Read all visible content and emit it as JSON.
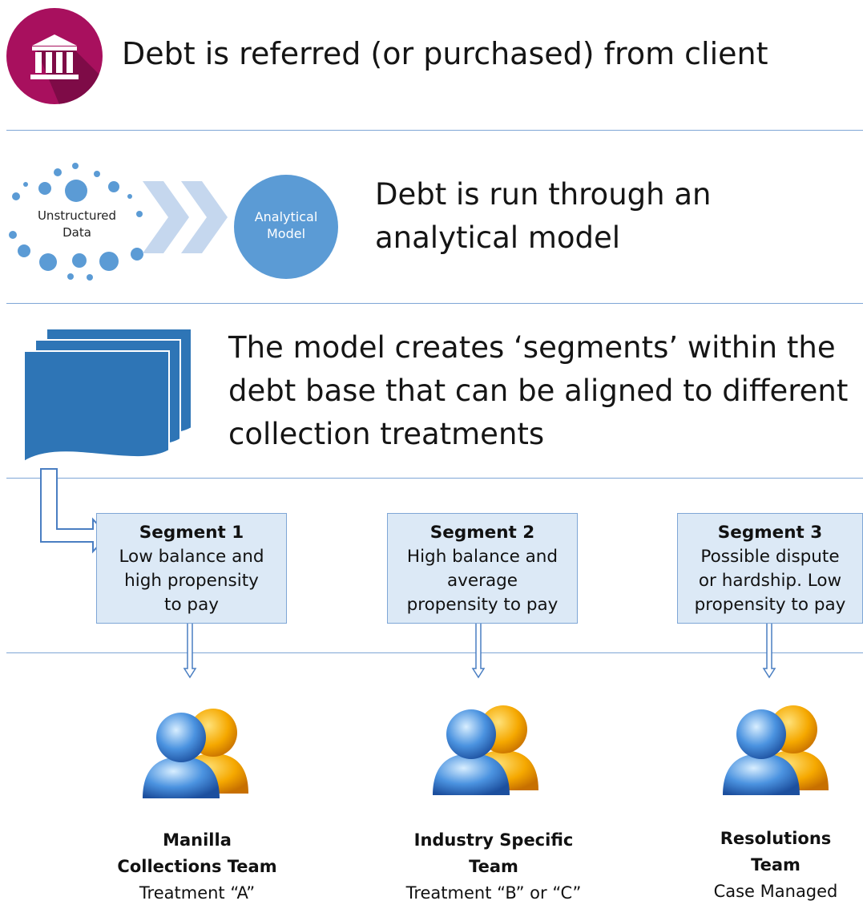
{
  "step1": {
    "icon": "bank-icon",
    "text": "Debt is referred (or purchased) from client"
  },
  "step2": {
    "source_label": "Unstructured Data",
    "model_label": "Analytical Model",
    "text_line1": "Debt is run through an",
    "text_line2": "analytical model"
  },
  "step3": {
    "icon": "stacked-documents-icon",
    "text_line1": "The model creates ‘segments’ within the",
    "text_line2": "debt base that can be aligned to different",
    "text_line3": "collection treatments"
  },
  "segments": [
    {
      "title": "Segment 1",
      "desc_lines": [
        "Low balance and",
        "high propensity",
        "to pay"
      ]
    },
    {
      "title": "Segment 2",
      "desc_lines": [
        "High balance and",
        "average",
        "propensity to pay"
      ]
    },
    {
      "title": "Segment 3",
      "desc_lines": [
        "Possible dispute",
        "or hardship. Low",
        "propensity to pay"
      ]
    }
  ],
  "teams": [
    {
      "icon": "users-icon",
      "name_lines": [
        "Manilla",
        "Collections Team"
      ],
      "treatment": "Treatment “A”"
    },
    {
      "icon": "users-icon",
      "name_lines": [
        "Industry Specific",
        "Team"
      ],
      "treatment": "Treatment “B” or “C”"
    },
    {
      "icon": "users-icon",
      "name_lines": [
        "Resolutions",
        "Team"
      ],
      "treatment": "Case Managed"
    }
  ],
  "colors": {
    "bank_circle": "#a8105e",
    "bubble": "#5b9bd5",
    "chevron": "#c5d7ee",
    "document": "#2e75b6",
    "segment_fill": "#dce9f6",
    "divider": "#7fa6d6",
    "person_blue": "#3f86d8",
    "person_orange": "#f0a000"
  }
}
